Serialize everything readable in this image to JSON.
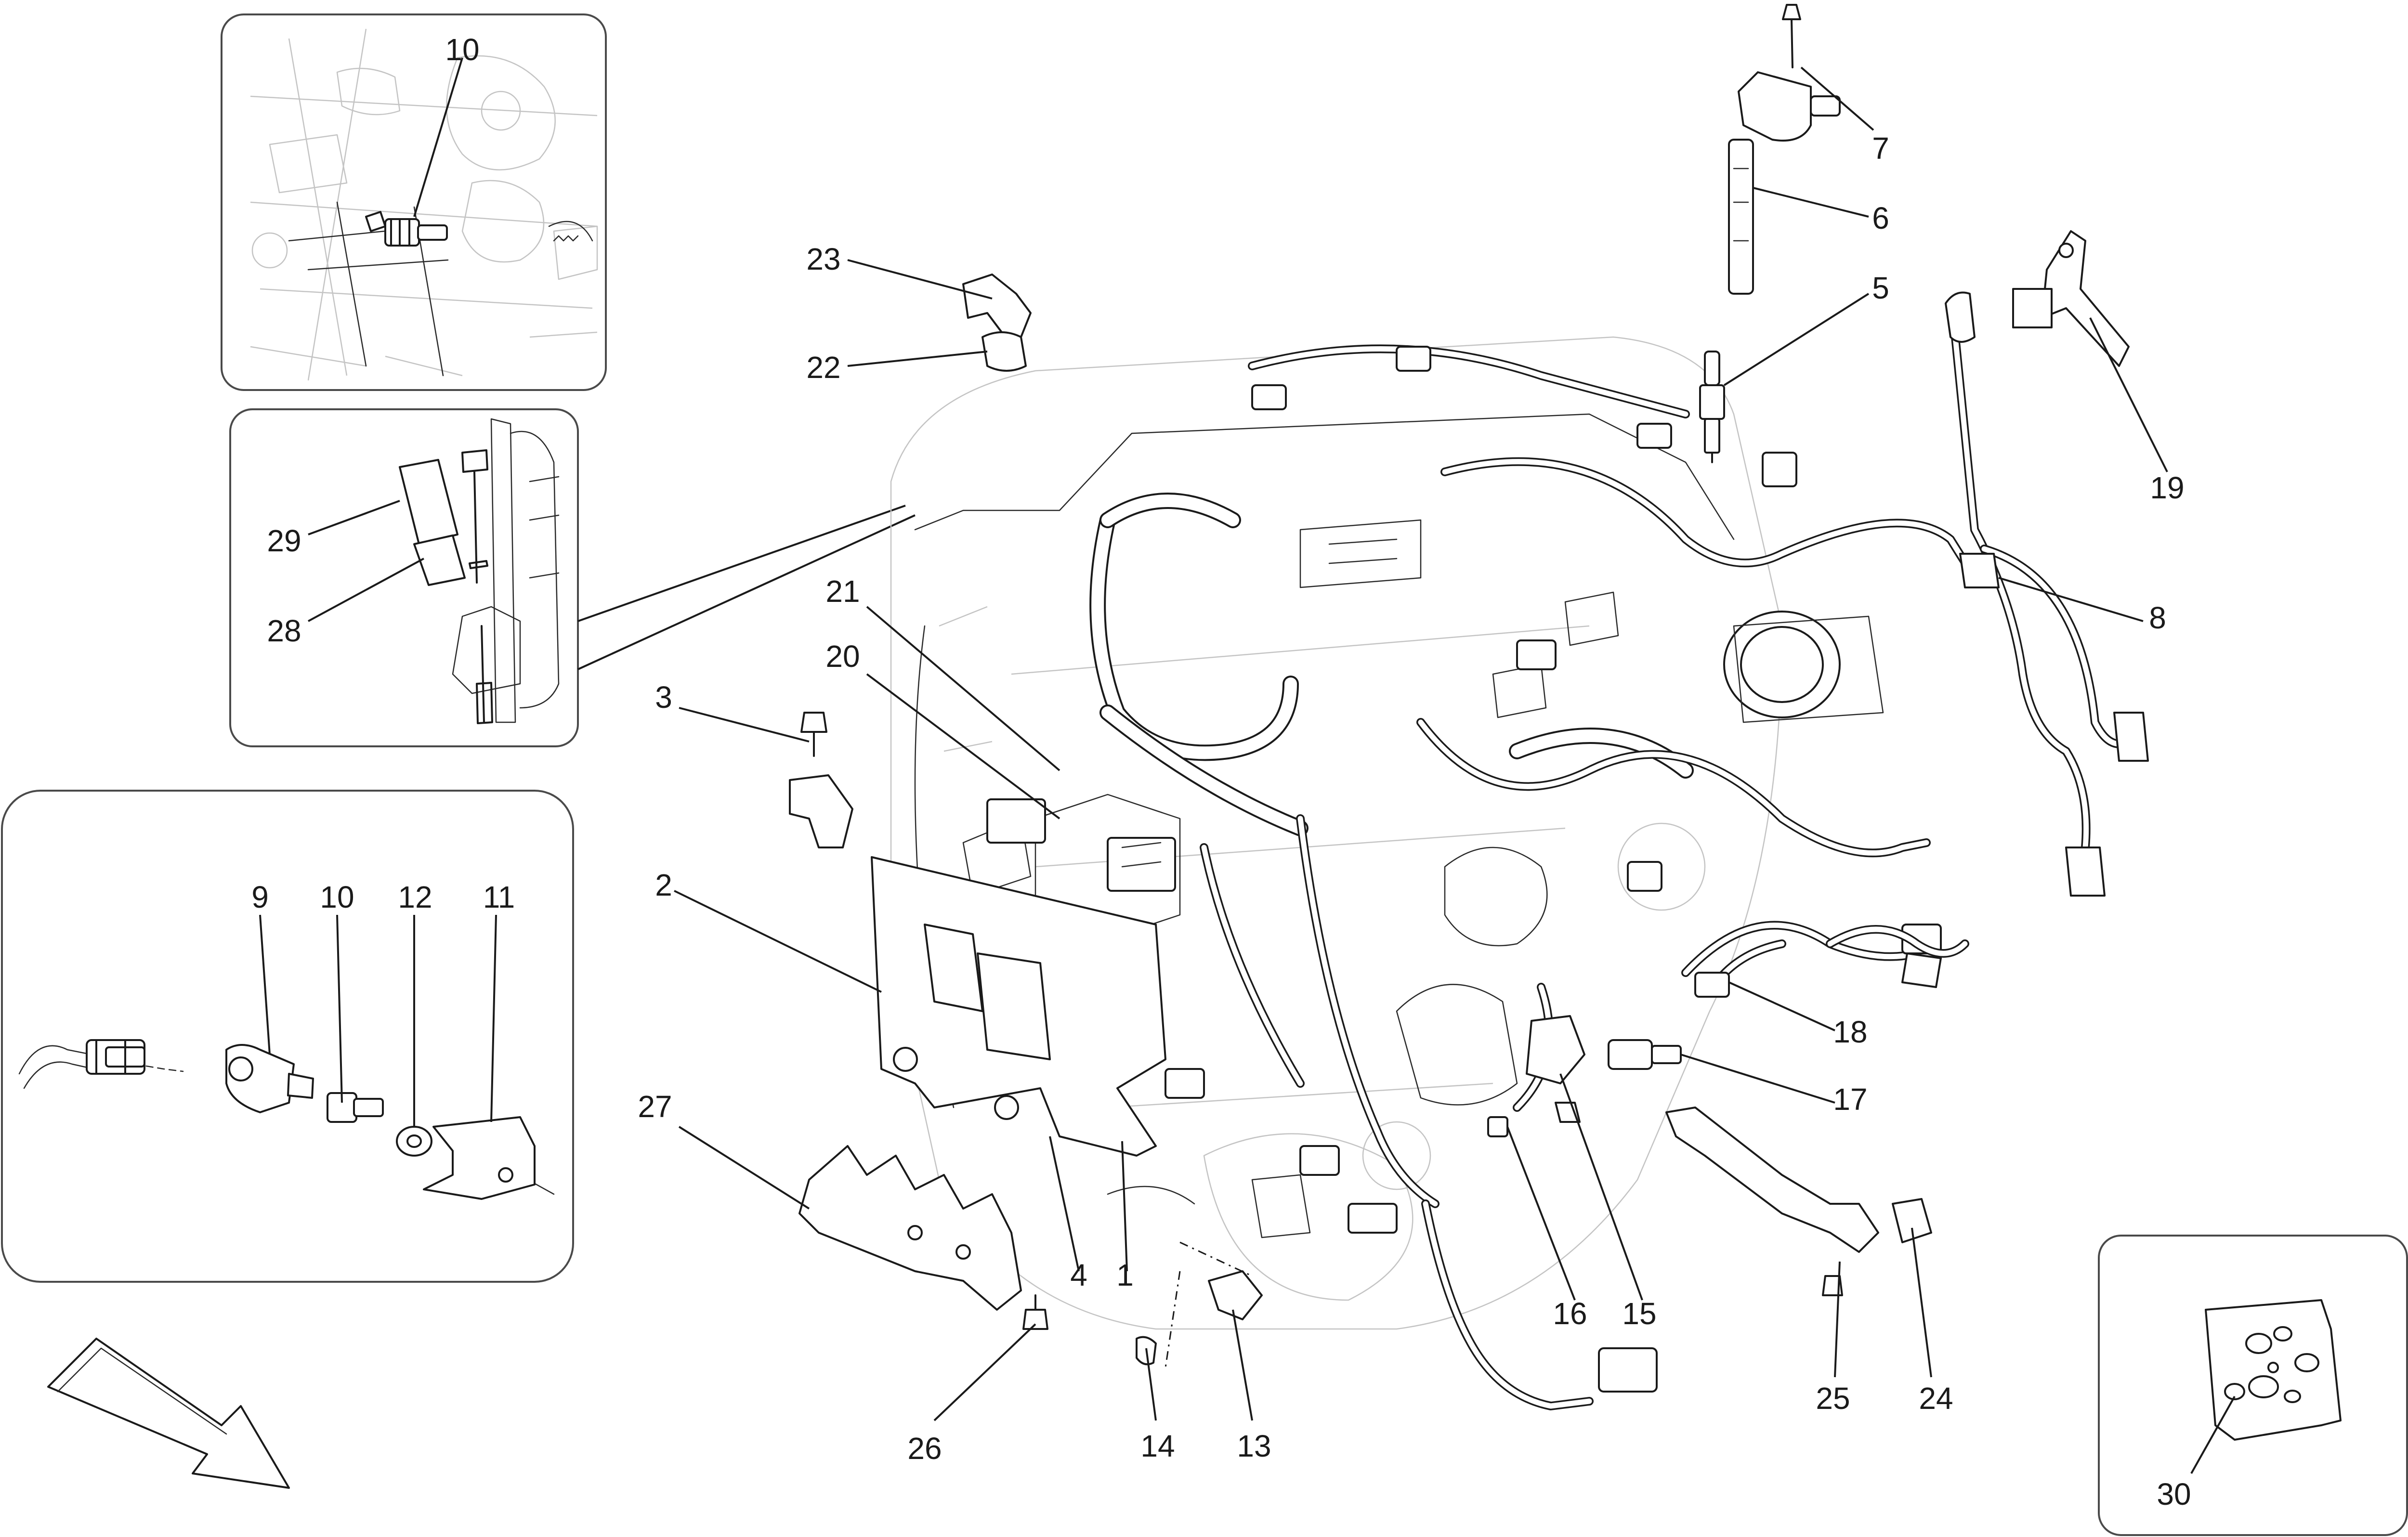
{
  "diagram": {
    "callouts": [
      {
        "id": "c10a",
        "label": "10"
      },
      {
        "id": "c29",
        "label": "29"
      },
      {
        "id": "c28",
        "label": "28"
      },
      {
        "id": "c3",
        "label": "3"
      },
      {
        "id": "c2",
        "label": "2"
      },
      {
        "id": "c9",
        "label": "9"
      },
      {
        "id": "c10b",
        "label": "10"
      },
      {
        "id": "c12",
        "label": "12"
      },
      {
        "id": "c11",
        "label": "11"
      },
      {
        "id": "c27",
        "label": "27"
      },
      {
        "id": "c23",
        "label": "23"
      },
      {
        "id": "c22",
        "label": "22"
      },
      {
        "id": "c21",
        "label": "21"
      },
      {
        "id": "c20",
        "label": "20"
      },
      {
        "id": "c7",
        "label": "7"
      },
      {
        "id": "c6",
        "label": "6"
      },
      {
        "id": "c5",
        "label": "5"
      },
      {
        "id": "c19",
        "label": "19"
      },
      {
        "id": "c8",
        "label": "8"
      },
      {
        "id": "c18",
        "label": "18"
      },
      {
        "id": "c17",
        "label": "17"
      },
      {
        "id": "c4",
        "label": "4"
      },
      {
        "id": "c1",
        "label": "1"
      },
      {
        "id": "c16",
        "label": "16"
      },
      {
        "id": "c15",
        "label": "15"
      },
      {
        "id": "c25",
        "label": "25"
      },
      {
        "id": "c24",
        "label": "24"
      },
      {
        "id": "c26",
        "label": "26"
      },
      {
        "id": "c14",
        "label": "14"
      },
      {
        "id": "c13",
        "label": "13"
      },
      {
        "id": "c30",
        "label": "30"
      }
    ]
  }
}
